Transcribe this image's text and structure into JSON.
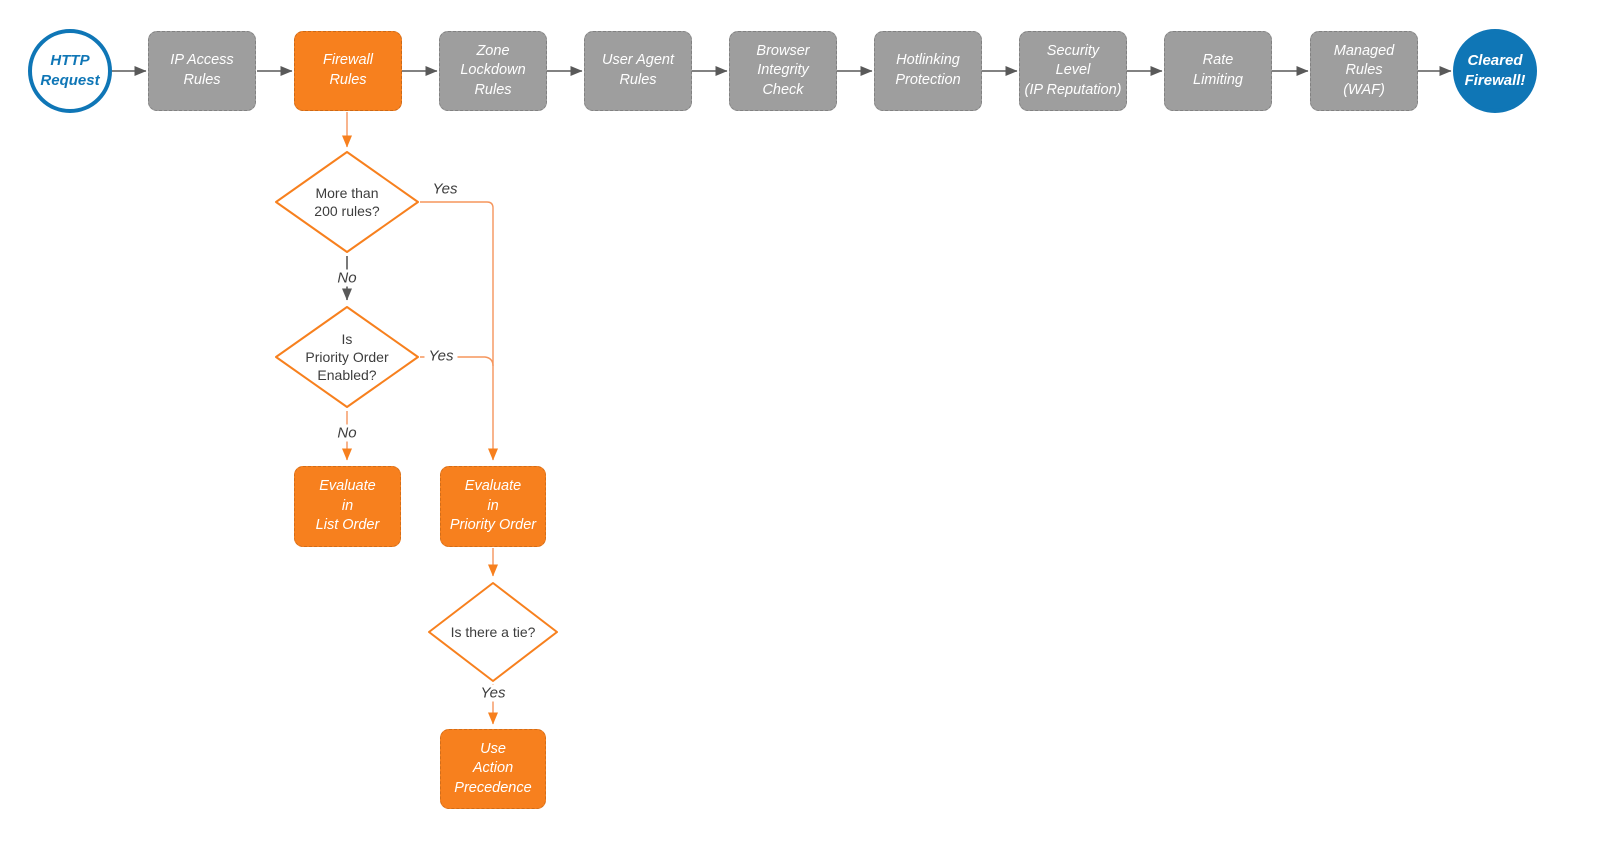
{
  "colors": {
    "orange": "#f7801e",
    "orange-line": "#f5955c",
    "gray-box": "#9e9e9e",
    "gray-line": "#595959",
    "blue": "#0f76b6",
    "ink": "#3d3d3d"
  },
  "start": {
    "label": "HTTP\nRequest"
  },
  "end": {
    "label": "Cleared\nFirewall!"
  },
  "pipeline": [
    {
      "label": "IP Access\nRules"
    },
    {
      "label": "Firewall\nRules"
    },
    {
      "label": "Zone\nLockdown\nRules"
    },
    {
      "label": "User Agent\nRules"
    },
    {
      "label": "Browser\nIntegrity\nCheck"
    },
    {
      "label": "Hotlinking\nProtection"
    },
    {
      "label": "Security\nLevel\n(IP Reputation)"
    },
    {
      "label": "Rate\nLimiting"
    },
    {
      "label": "Managed\nRules\n(WAF)"
    }
  ],
  "decisions": [
    {
      "label": "More than\n200 rules?"
    },
    {
      "label": "Is\nPriority Order\nEnabled?"
    },
    {
      "label": "Is there a tie?"
    }
  ],
  "actions": [
    {
      "label": "Evaluate\nin\nList Order"
    },
    {
      "label": "Evaluate\nin\nPriority Order"
    },
    {
      "label": "Use\nAction\nPrecedence"
    }
  ],
  "edge_labels": {
    "d1_yes": "Yes",
    "d1_no": "No",
    "d2_yes": "Yes",
    "d2_no": "No",
    "d3_yes": "Yes"
  }
}
